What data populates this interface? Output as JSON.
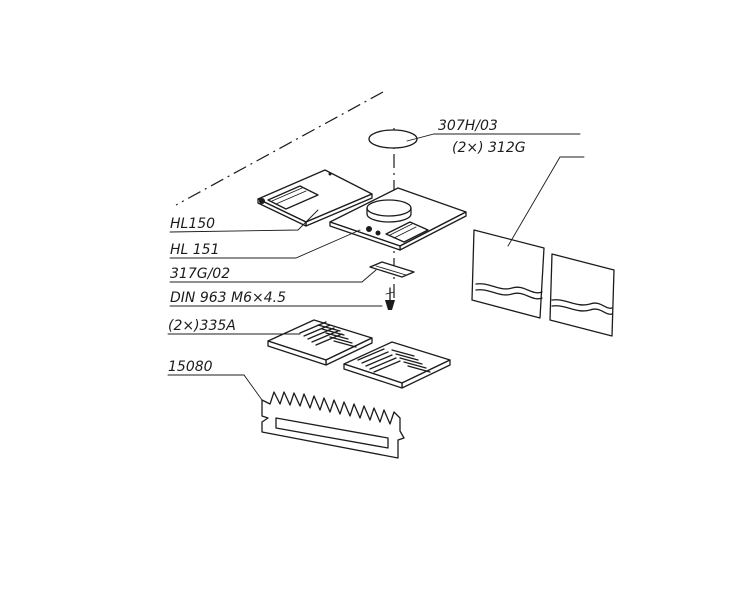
{
  "labels": {
    "lid": "307H/03",
    "side_plates": "(2×) 312G",
    "plate_left": "HL150",
    "plate_right": "HL 151",
    "clip": "317G/02",
    "screw": "DIN 963 M6×4.5",
    "grates": "(2×)335A",
    "rail": "15080"
  },
  "colors": {
    "ink": "#1c1c1c",
    "paper": "#ffffff"
  }
}
